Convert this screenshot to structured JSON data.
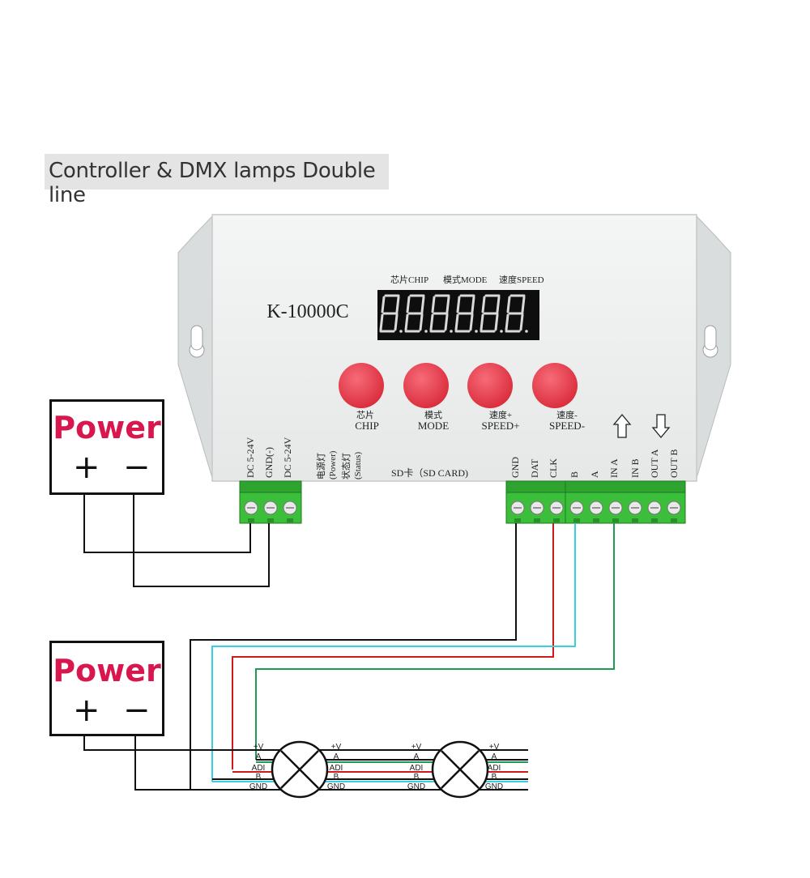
{
  "title": "Controller & DMX lamps Double line",
  "controller": {
    "model": "K-10000C",
    "display_labels": [
      "芯片CHIP",
      "模式MODE",
      "速度SPEED"
    ],
    "buttons": [
      {
        "label_cn": "芯片",
        "label_en": "CHIP",
        "color": "#e83a4a"
      },
      {
        "label_cn": "模式",
        "label_en": "MODE",
        "color": "#e83a4a"
      },
      {
        "label_cn": "速度+",
        "label_en": "SPEED+",
        "color": "#e83a4a"
      },
      {
        "label_cn": "速度-",
        "label_en": "SPEED-",
        "color": "#e83a4a"
      }
    ],
    "power_terminals": [
      "DC 5-24V",
      "GND(-)",
      "DC 5-24V"
    ],
    "indicator_labels": {
      "power_cn": "电源灯",
      "power_en": "(Power)",
      "status_cn": "状态灯",
      "status_en": "(Status)"
    },
    "sd_card": "SD卡（SD CARD)",
    "signal_terminals": [
      "GND",
      "DAT",
      "CLK"
    ],
    "dmx_terminals": [
      "B",
      "A",
      "IN A",
      "IN B",
      "OUT A",
      "OUT B"
    ]
  },
  "power_supplies": [
    {
      "label": "Power",
      "plus": "+",
      "minus": "−"
    },
    {
      "label": "Power",
      "plus": "+",
      "minus": "−"
    }
  ],
  "lamp_labels": [
    "+V",
    "A",
    "ADI",
    "B",
    "GND"
  ],
  "colors": {
    "terminal_green": "#3bbf3b",
    "wire_red": "#d01a1a",
    "wire_cyan": "#39cfe0",
    "wire_green": "#1f9a52",
    "wire_black": "#111111",
    "power_text": "#d8174f"
  }
}
